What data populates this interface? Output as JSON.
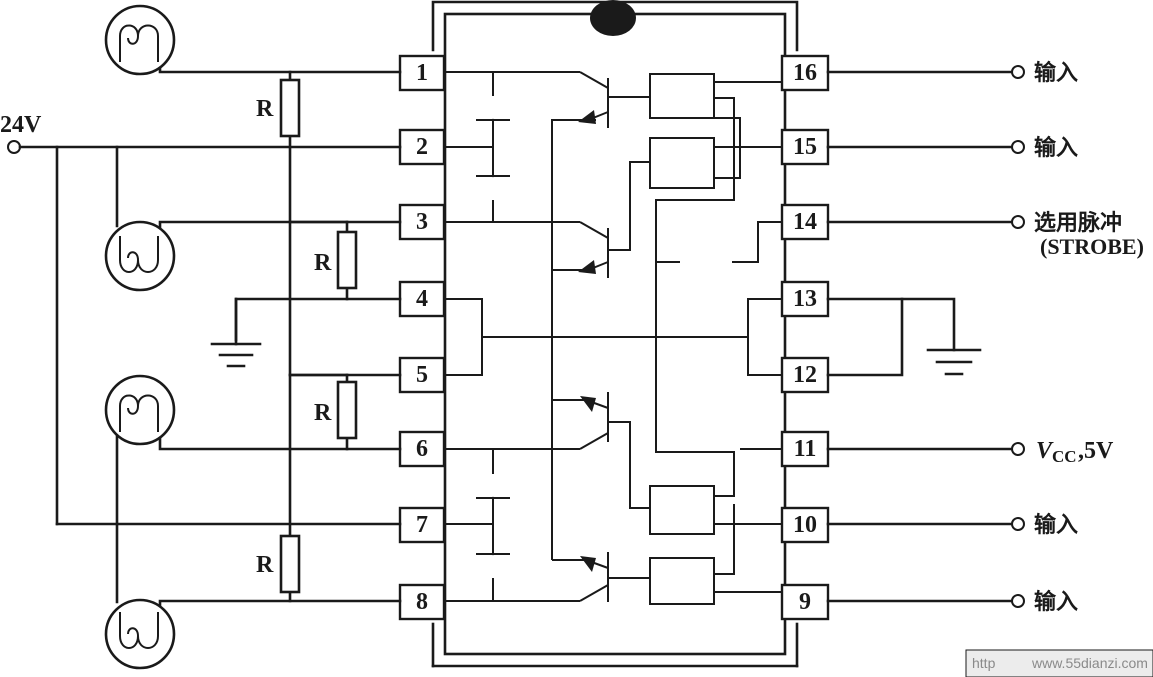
{
  "pins": {
    "p1": "1",
    "p2": "2",
    "p3": "3",
    "p4": "4",
    "p5": "5",
    "p6": "6",
    "p7": "7",
    "p8": "8",
    "p9": "9",
    "p10": "10",
    "p11": "11",
    "p12": "12",
    "p13": "13",
    "p14": "14",
    "p15": "15",
    "p16": "16"
  },
  "labels": {
    "supply": "24V",
    "resistor": "R",
    "input": "输入",
    "strobe_cn": "选用脉冲",
    "strobe_en": "(STROBE)",
    "vcc_v": "V",
    "vcc_sub": "CC",
    "vcc_rest": ",5V"
  },
  "watermark": {
    "left": "http",
    "right": "www.55dianzi.com"
  },
  "colors": {
    "ink": "#1a1a1a",
    "background": "#ffffff"
  }
}
